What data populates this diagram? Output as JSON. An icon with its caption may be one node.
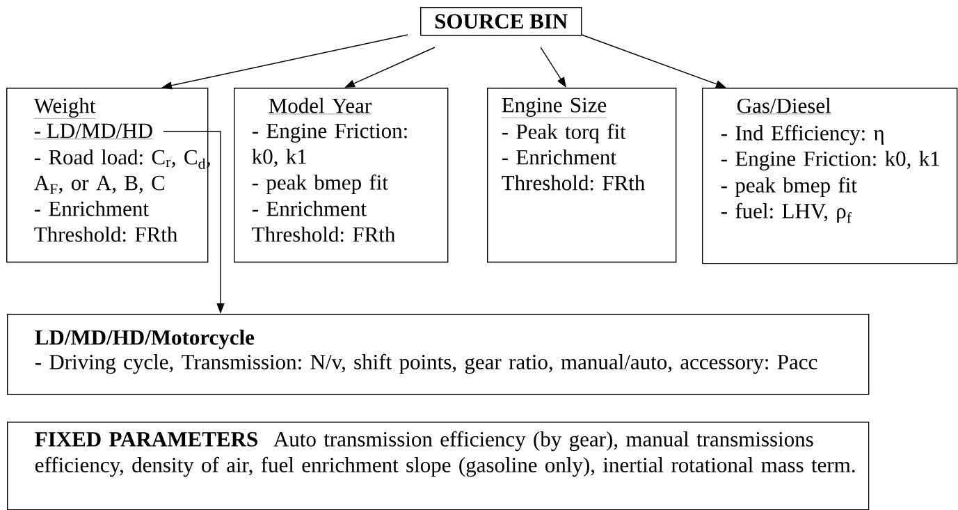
{
  "diagram": {
    "nodes": [
      {
        "text": [
          "SOURCE BIN"
        ]
      },
      {
        "text": [
          "Weight",
          "- Road load: C$_{r}$, C$_{d}$, A$_{F}$, or A, B, C",
          "- Enrichment Threshold: FRth"
        ]
      },
      {
        "text": [
          "- LD/MD/HD"
        ],
        "in": 1
      },
      {
        "text": [
          "Model Year",
          "- Engine Friction: k0, k1",
          "- peak bmep fit",
          "- Enrichment Threshold: FRth"
        ]
      },
      {
        "text": [
          "Engine Size",
          "- Peak torq fit",
          "- Enrichment Threshold: FRth"
        ]
      },
      {
        "text": [
          "Gas/Diesel",
          "- Ind Efficiency: η",
          "- Engine Friction: k0, k1",
          "- peak bmep fit",
          "- fuel: LHV, ρ$_{f}$"
        ]
      },
      {
        "text": [
          "LD/MD/HD/Motorcycle",
          "- Driving cycle, Transmission: N/v, shift points, gear ratio, manual/auto, accessory: Pacc"
        ]
      },
      {
        "text": [
          "FIXED PARAMETERS",
          "Auto transmission efficiency (by gear), manual transmissions efficiency, density of air, fuel enrichment slope (gasoline only), inertial rotational mass term."
        ]
      }
    ],
    "edges": [
      {
        "from": 0,
        "to": 1,
        "arrow": "to"
      },
      {
        "from": 0,
        "to": 3,
        "arrow": "to"
      },
      {
        "from": 0,
        "to": 4,
        "arrow": "to"
      },
      {
        "from": 0,
        "to": 5,
        "arrow": "to"
      },
      {
        "from": 2,
        "to": 6,
        "arrow": "to"
      }
    ]
  }
}
